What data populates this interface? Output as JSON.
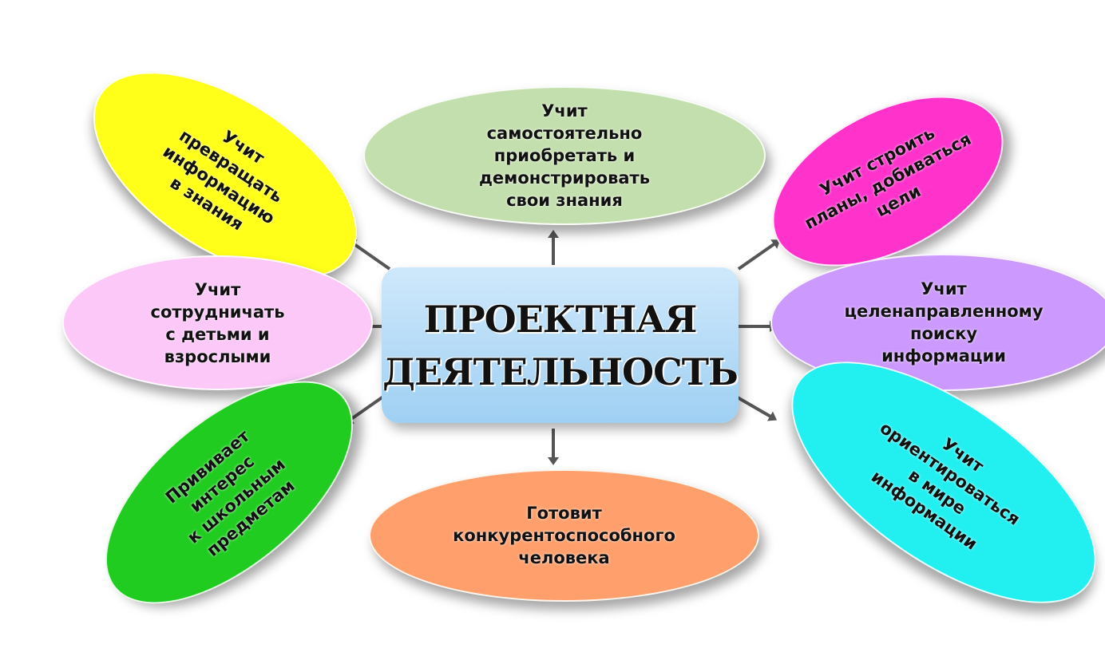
{
  "center": {
    "title": "ПРОЕКТНАЯ\nДЕЯТЕЛЬНОСТЬ",
    "color": "#aed8f6"
  },
  "nodes": [
    {
      "id": "yellow",
      "text": "Учит\nпревращать\nинформацию\nв знания",
      "color": "#ffff1a"
    },
    {
      "id": "green-top",
      "text": "Учит\nсамостоятельно\nприобретать и\nдемонстрировать\nсвои знания",
      "color": "#c4dfae"
    },
    {
      "id": "magenta",
      "text": "Учит строить\nпланы,  добиваться\nцели",
      "color": "#ff33cc"
    },
    {
      "id": "pink",
      "text": "Учит\nсотрудничать\nс детьми и\nвзрослыми",
      "color": "#fbc8f8"
    },
    {
      "id": "purple",
      "text": "Учит\nцеленаправленному\nпоиску\nинформации",
      "color": "#cc99ff"
    },
    {
      "id": "green-bottom",
      "text": "Прививает\nинтерес\nк школьным\nпредметам",
      "color": "#1fcc1f"
    },
    {
      "id": "orange",
      "text": "Готовит\nконкурентоспособного\nчеловека",
      "color": "#ff9f6b"
    },
    {
      "id": "cyan",
      "text": "Учит\nориентироваться\nв мире\nинформации",
      "color": "#22f0f0"
    }
  ]
}
